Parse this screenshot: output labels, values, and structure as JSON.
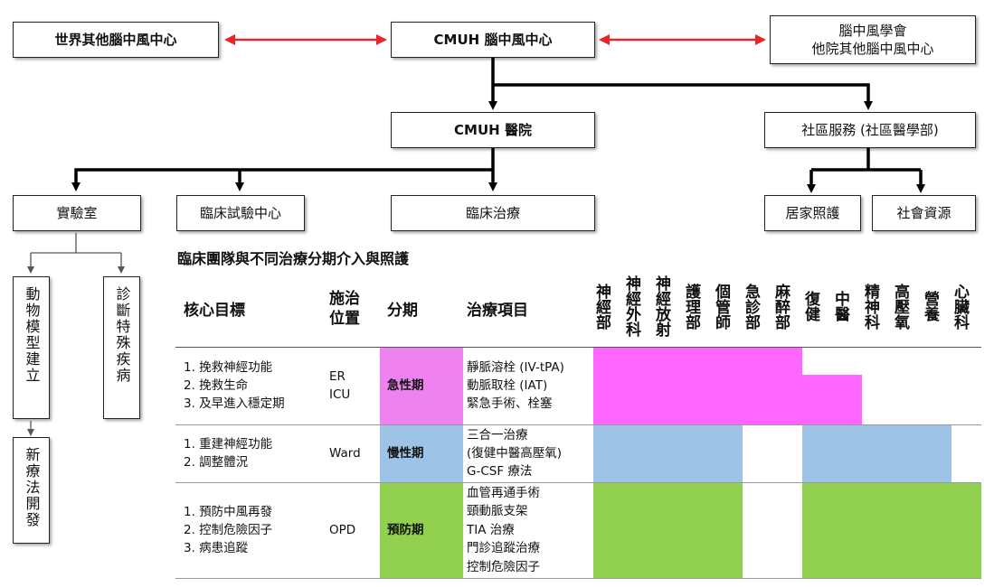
{
  "org": {
    "world_centers": "世界其他腦中風中心",
    "cmuh_center": "CMUH 腦中風中心",
    "society_line1": "腦中風學會",
    "society_line2": "他院其他腦中風中心",
    "cmuh_hospital": "CMUH 醫院",
    "community": "社區服務 (社區醫學部)",
    "lab": "實驗室",
    "trial_center": "臨床試驗中心",
    "clinical_treatment": "臨床治療",
    "home_care": "居家照護",
    "social_resources": "社會資源",
    "animal_model": "動物模型建立",
    "diagnosis": "診斷特殊疾病",
    "new_therapy": "新療法開發"
  },
  "table": {
    "title": "臨床團隊與不同治療分期介入與照護",
    "headers": {
      "goal": "核心目標",
      "location": "施治位置",
      "phase": "分期",
      "treatment": "治療項目"
    },
    "departments": [
      "神經部",
      "神經外科",
      "神經放射",
      "護理部",
      "個管師",
      "急診部",
      "麻醉部",
      "復健",
      "中醫",
      "精神科",
      "高壓氧",
      "營養",
      "心臟科"
    ],
    "rows": [
      {
        "goals": [
          "1. 挽救神經功能",
          "2. 挽救生命",
          "3. 及早進入穩定期"
        ],
        "location": [
          "ER",
          "ICU"
        ],
        "phase": "急性期",
        "phase_color": "#ee82ee",
        "treatments": [
          "靜脈溶栓 (IV-tPA)",
          "動脈取栓 (IAT)",
          "緊急手術、栓塞"
        ]
      },
      {
        "goals": [
          "1. 重建神經功能",
          "2. 調整體況"
        ],
        "location": [
          "Ward"
        ],
        "phase": "慢性期",
        "phase_color": "#9dc3e6",
        "treatments": [
          "三合一治療",
          "(復健中醫高壓氧)",
          "G-CSF 療法"
        ]
      },
      {
        "goals": [
          "1. 預防中風再發",
          "2. 控制危險因子",
          "3. 病患追蹤"
        ],
        "location": [
          "OPD"
        ],
        "phase": "預防期",
        "phase_color": "#92d050",
        "treatments": [
          "血管再通手術",
          "頸動脈支架",
          "TIA 治療",
          "門診追蹤治療",
          "控制危險因子"
        ]
      }
    ]
  },
  "colors": {
    "arrow_red": "#e8262a",
    "connector": "#000000"
  }
}
